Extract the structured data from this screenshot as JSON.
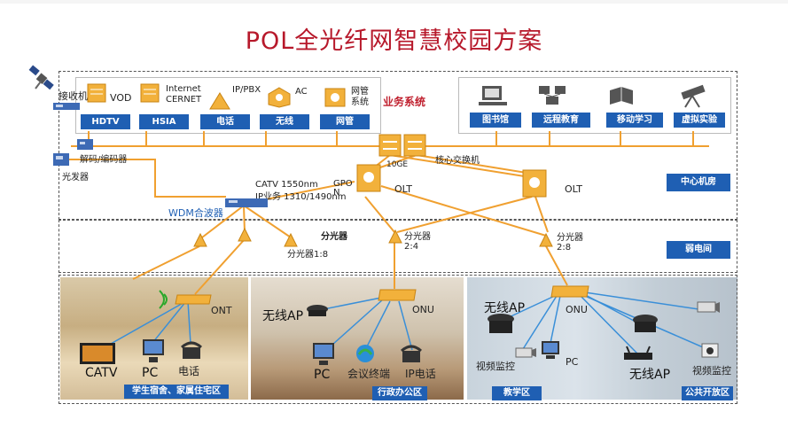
{
  "title": "POL全光纤网智慧校园方案",
  "services": {
    "receiver": "接收机",
    "vod": "VOD",
    "internet": "Internet\nCERNET",
    "ippbx": "IP/PBX",
    "ac": "AC",
    "netmgmt": "网管\n系统",
    "business_system": "业务系统",
    "tabs": [
      "HDTV",
      "HSIA",
      "电话",
      "无线",
      "网管"
    ],
    "right_tabs": [
      "图书馆",
      "远程教育",
      "移动学习",
      "虚拟实验"
    ]
  },
  "center": {
    "codec": "解码/编码器",
    "transmitter": "光发器",
    "core_switch": "核心交换机",
    "ten_ge": "10GE",
    "olt_left": "OLT",
    "olt_right": "OLT",
    "catv_line": "CATV   1550nm",
    "ip_line": "IP业务 1310/1490nm",
    "gpon": "GPO\nN",
    "wdm": "WDM合波器",
    "room_tag": "中心机房"
  },
  "weak": {
    "splitter_title": "分光器",
    "splitter_18": "分光器1:8",
    "splitter_24": "分光器\n2:4",
    "splitter_28": "分光器\n2:8",
    "room_tag": "弱电间"
  },
  "areas": {
    "dorm": {
      "label": "学生宿舍、家属住宅区",
      "ont": "ONT",
      "catv": "CATV",
      "pc": "PC",
      "phone": "电话"
    },
    "admin": {
      "label": "行政办公区",
      "ap": "无线AP",
      "onu": "ONU",
      "pc": "PC",
      "conf": "会议终端",
      "ipphone": "IP电话"
    },
    "teach": {
      "label": "教学区",
      "ap": "无线AP",
      "onu": "ONU",
      "cam": "视频监控",
      "pc": "PC"
    },
    "public": {
      "label": "公共开放区",
      "ap": "无线AP",
      "cam": "视频监控"
    }
  },
  "colors": {
    "accent": "#b7192b",
    "blue": "#1f5fb3",
    "orange": "#f0a030",
    "cable_blue": "#3a8fd8"
  }
}
